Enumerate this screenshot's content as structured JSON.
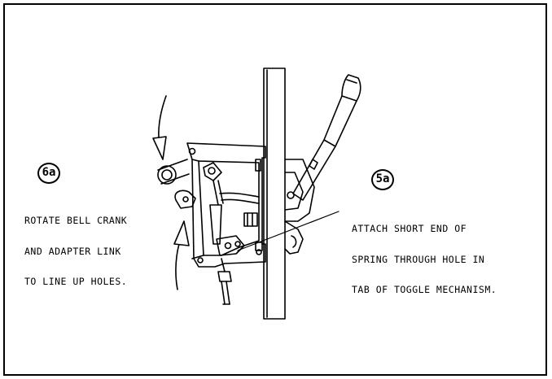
{
  "steps": [
    {
      "id": "6a",
      "label": "6a",
      "note_lines": [
        "ROTATE BELL CRANK",
        "AND ADAPTER LINK",
        "TO LINE UP HOLES."
      ]
    },
    {
      "id": "5a",
      "label": "5a",
      "note_lines": [
        "ATTACH SHORT END OF",
        "SPRING THROUGH HOLE IN",
        "TAB OF TOGGLE MECHANISM."
      ]
    }
  ],
  "colors": {
    "line": "#000000",
    "background": "#ffffff"
  }
}
